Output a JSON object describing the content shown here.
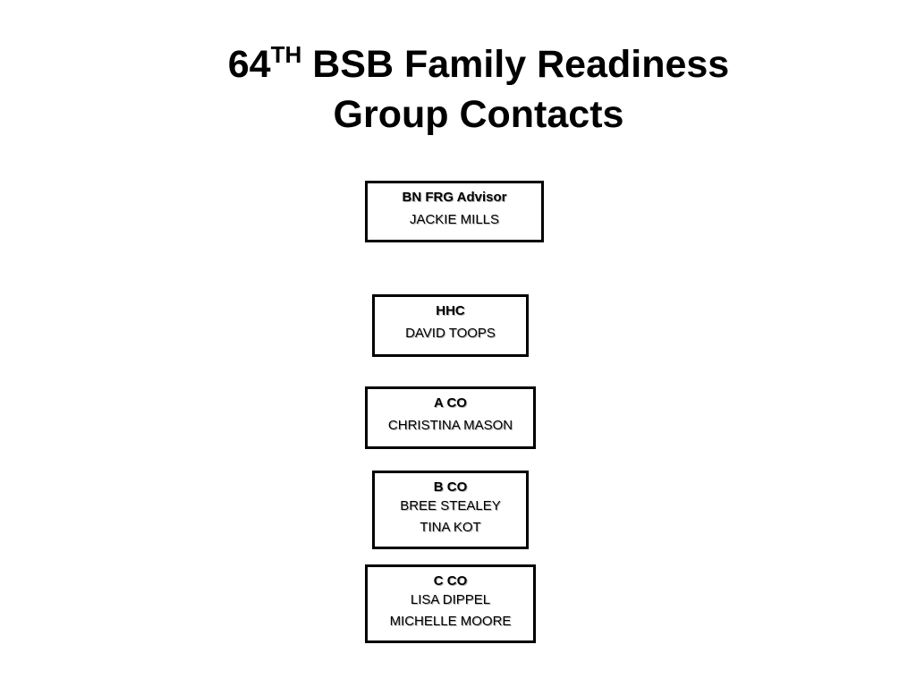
{
  "title": {
    "line1_prefix": "64",
    "line1_superscript": "TH",
    "line1_suffix": " BSB Family Readiness",
    "line2": "Group Contacts"
  },
  "contacts": [
    {
      "role": "BN FRG Advisor",
      "people": [
        "JACKIE MILLS"
      ]
    },
    {
      "role": "HHC",
      "people": [
        "DAVID TOOPS"
      ]
    },
    {
      "role": "A CO",
      "people": [
        "CHRISTINA MASON"
      ]
    },
    {
      "role": "B CO",
      "people": [
        "BREE STEALEY",
        "TINA KOT"
      ]
    },
    {
      "role": "C CO",
      "people": [
        "LISA DIPPEL",
        "MICHELLE MOORE"
      ]
    }
  ]
}
